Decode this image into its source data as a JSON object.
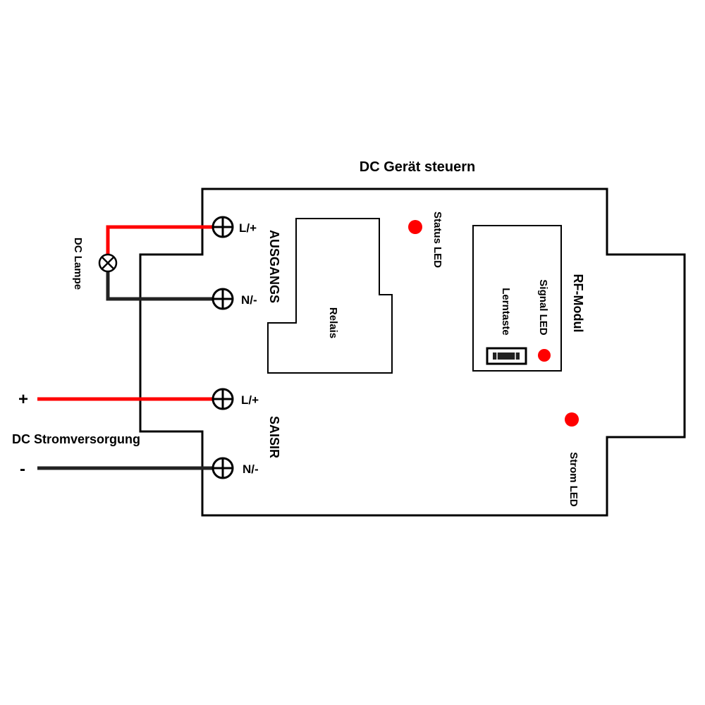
{
  "title": "DC Gerät steuern",
  "lamp_label": "DC Lampe",
  "power_label": "DC Stromversorgung",
  "plus_sign": "+",
  "minus_sign": "-",
  "output_group_label": "AUSGANGS",
  "input_group_label": "SAISIR",
  "terminals": {
    "out_l": "L/+",
    "out_n": "N/-",
    "in_l": "L/+",
    "in_n": "N/-"
  },
  "relay_label": "Relais",
  "status_led_label": "Status LED",
  "rf_module_label": "RF-Modul",
  "signal_led_label": "Signal LED",
  "learn_button_label": "Lerntaste",
  "power_led_label": "Strom LED",
  "colors": {
    "wire_positive": "#ff0000",
    "wire_negative": "#000000",
    "led": "#ff0000",
    "outline": "#000000"
  }
}
